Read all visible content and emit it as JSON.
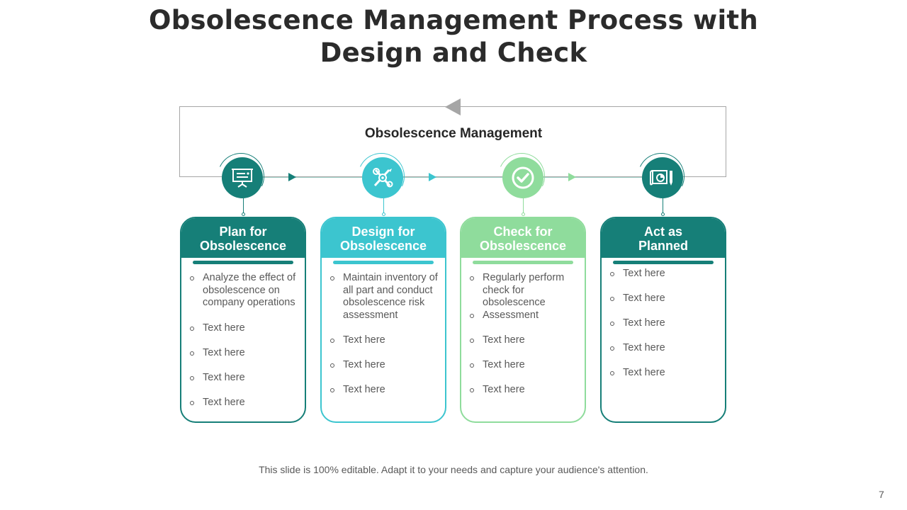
{
  "slide": {
    "title_line1": "Obsolescence Management Process with",
    "title_line2": "Design and Check",
    "subtitle": "Obsolescence Management",
    "footer": "This slide is 100% editable. Adapt it to your needs and capture your audience's attention.",
    "page_number": "7"
  },
  "colors": {
    "dark_teal": "#167f78",
    "cyan": "#3cc5cf",
    "light_green": "#8fdc9c",
    "loop_gray": "#a6a6a6"
  },
  "cards": [
    {
      "icon": "presentation-board-icon",
      "title_line1": "Plan for",
      "title_line2": "Obsolescence",
      "bullets": [
        "Analyze the effect of obsolescence on company operations",
        "Text here",
        "Text here",
        "Text here",
        "Text here"
      ]
    },
    {
      "icon": "design-tools-icon",
      "title_line1": "Design for",
      "title_line2": "Obsolescence",
      "bullets": [
        "Maintain inventory of all part and conduct obsolescence risk assessment",
        "Text here",
        "Text here",
        "Text here"
      ]
    },
    {
      "icon": "checkmark-icon",
      "title_line1": "Check for",
      "title_line2": "Obsolescence",
      "bullets": [
        "Regularly perform check for obsolescence",
        "Assessment",
        "Text here",
        "Text here",
        "Text here"
      ]
    },
    {
      "icon": "blueprint-chart-icon",
      "title_line1": "Act as",
      "title_line2": "Planned",
      "bullets": [
        "Text here",
        "Text here",
        "Text here",
        "Text here",
        "Text here"
      ]
    }
  ]
}
